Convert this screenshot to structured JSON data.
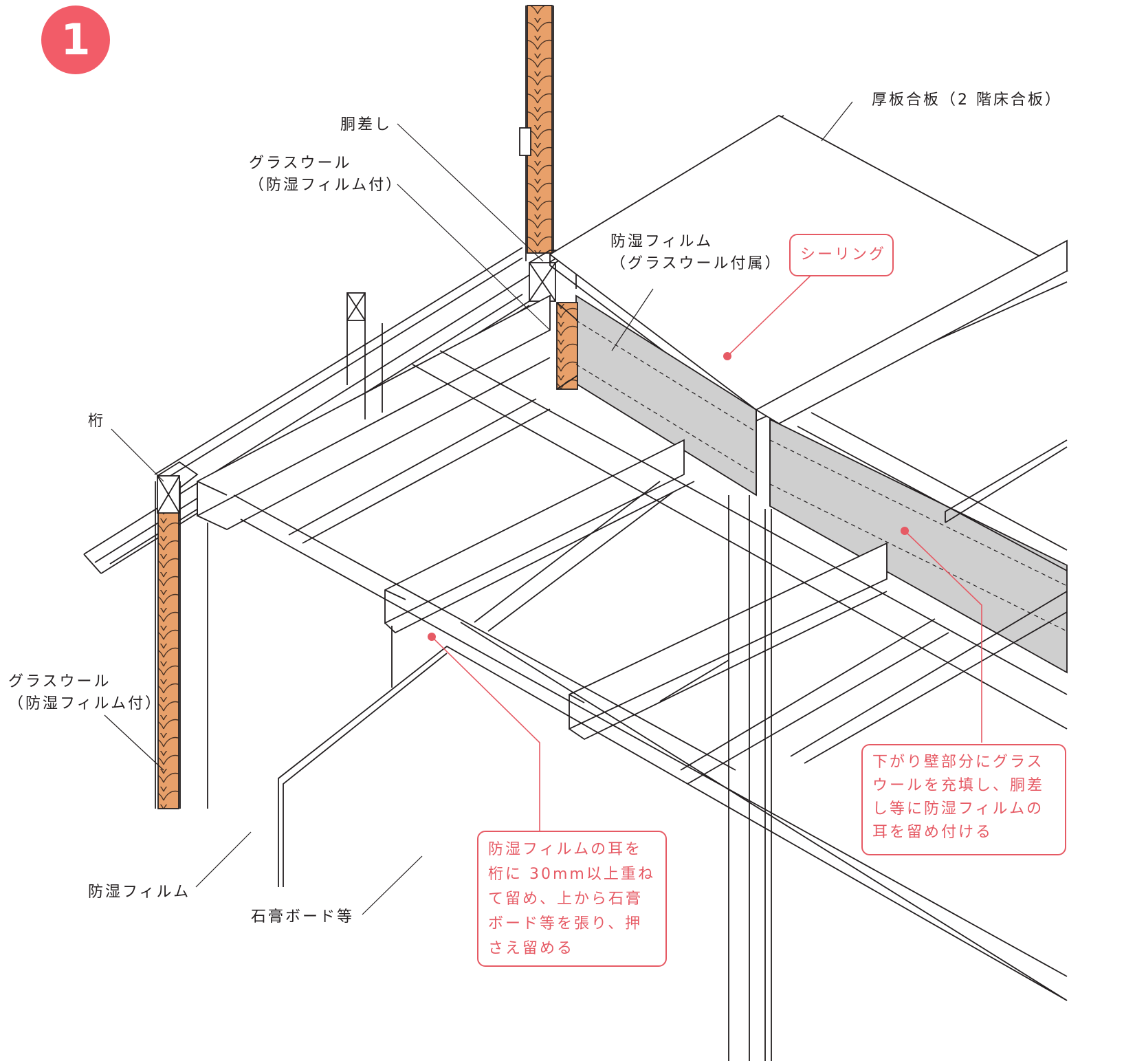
{
  "badge": "1",
  "colors": {
    "accent": "#e65a64",
    "badge": "#f25c68",
    "insulation": "#e8a06a",
    "film": "#d0d0d0",
    "line": "#231f20"
  },
  "labels": {
    "dousashi": "胴差し",
    "glasswool_top": "グラスウール\n（防湿フィルム付）",
    "atsuita": "厚板合板（2 階床合板）",
    "film_attached": "防湿フィルム\n（グラスウール付属）",
    "keta": "桁",
    "glasswool_left": "グラスウール\n（防湿フィルム付）",
    "film": "防湿フィルム",
    "board": "石膏ボード等"
  },
  "notes": {
    "sealing": "シーリング",
    "hang_wall": "下がり壁部分にグラス\nウールを充填し、胴差\nし等に防湿フィルムの\n耳を留め付ける",
    "film_ear": "防湿フィルムの耳を\n桁に 30mm以上重ね\nて留め、上から石膏\nボード等を張り、押\nさえ留める"
  }
}
